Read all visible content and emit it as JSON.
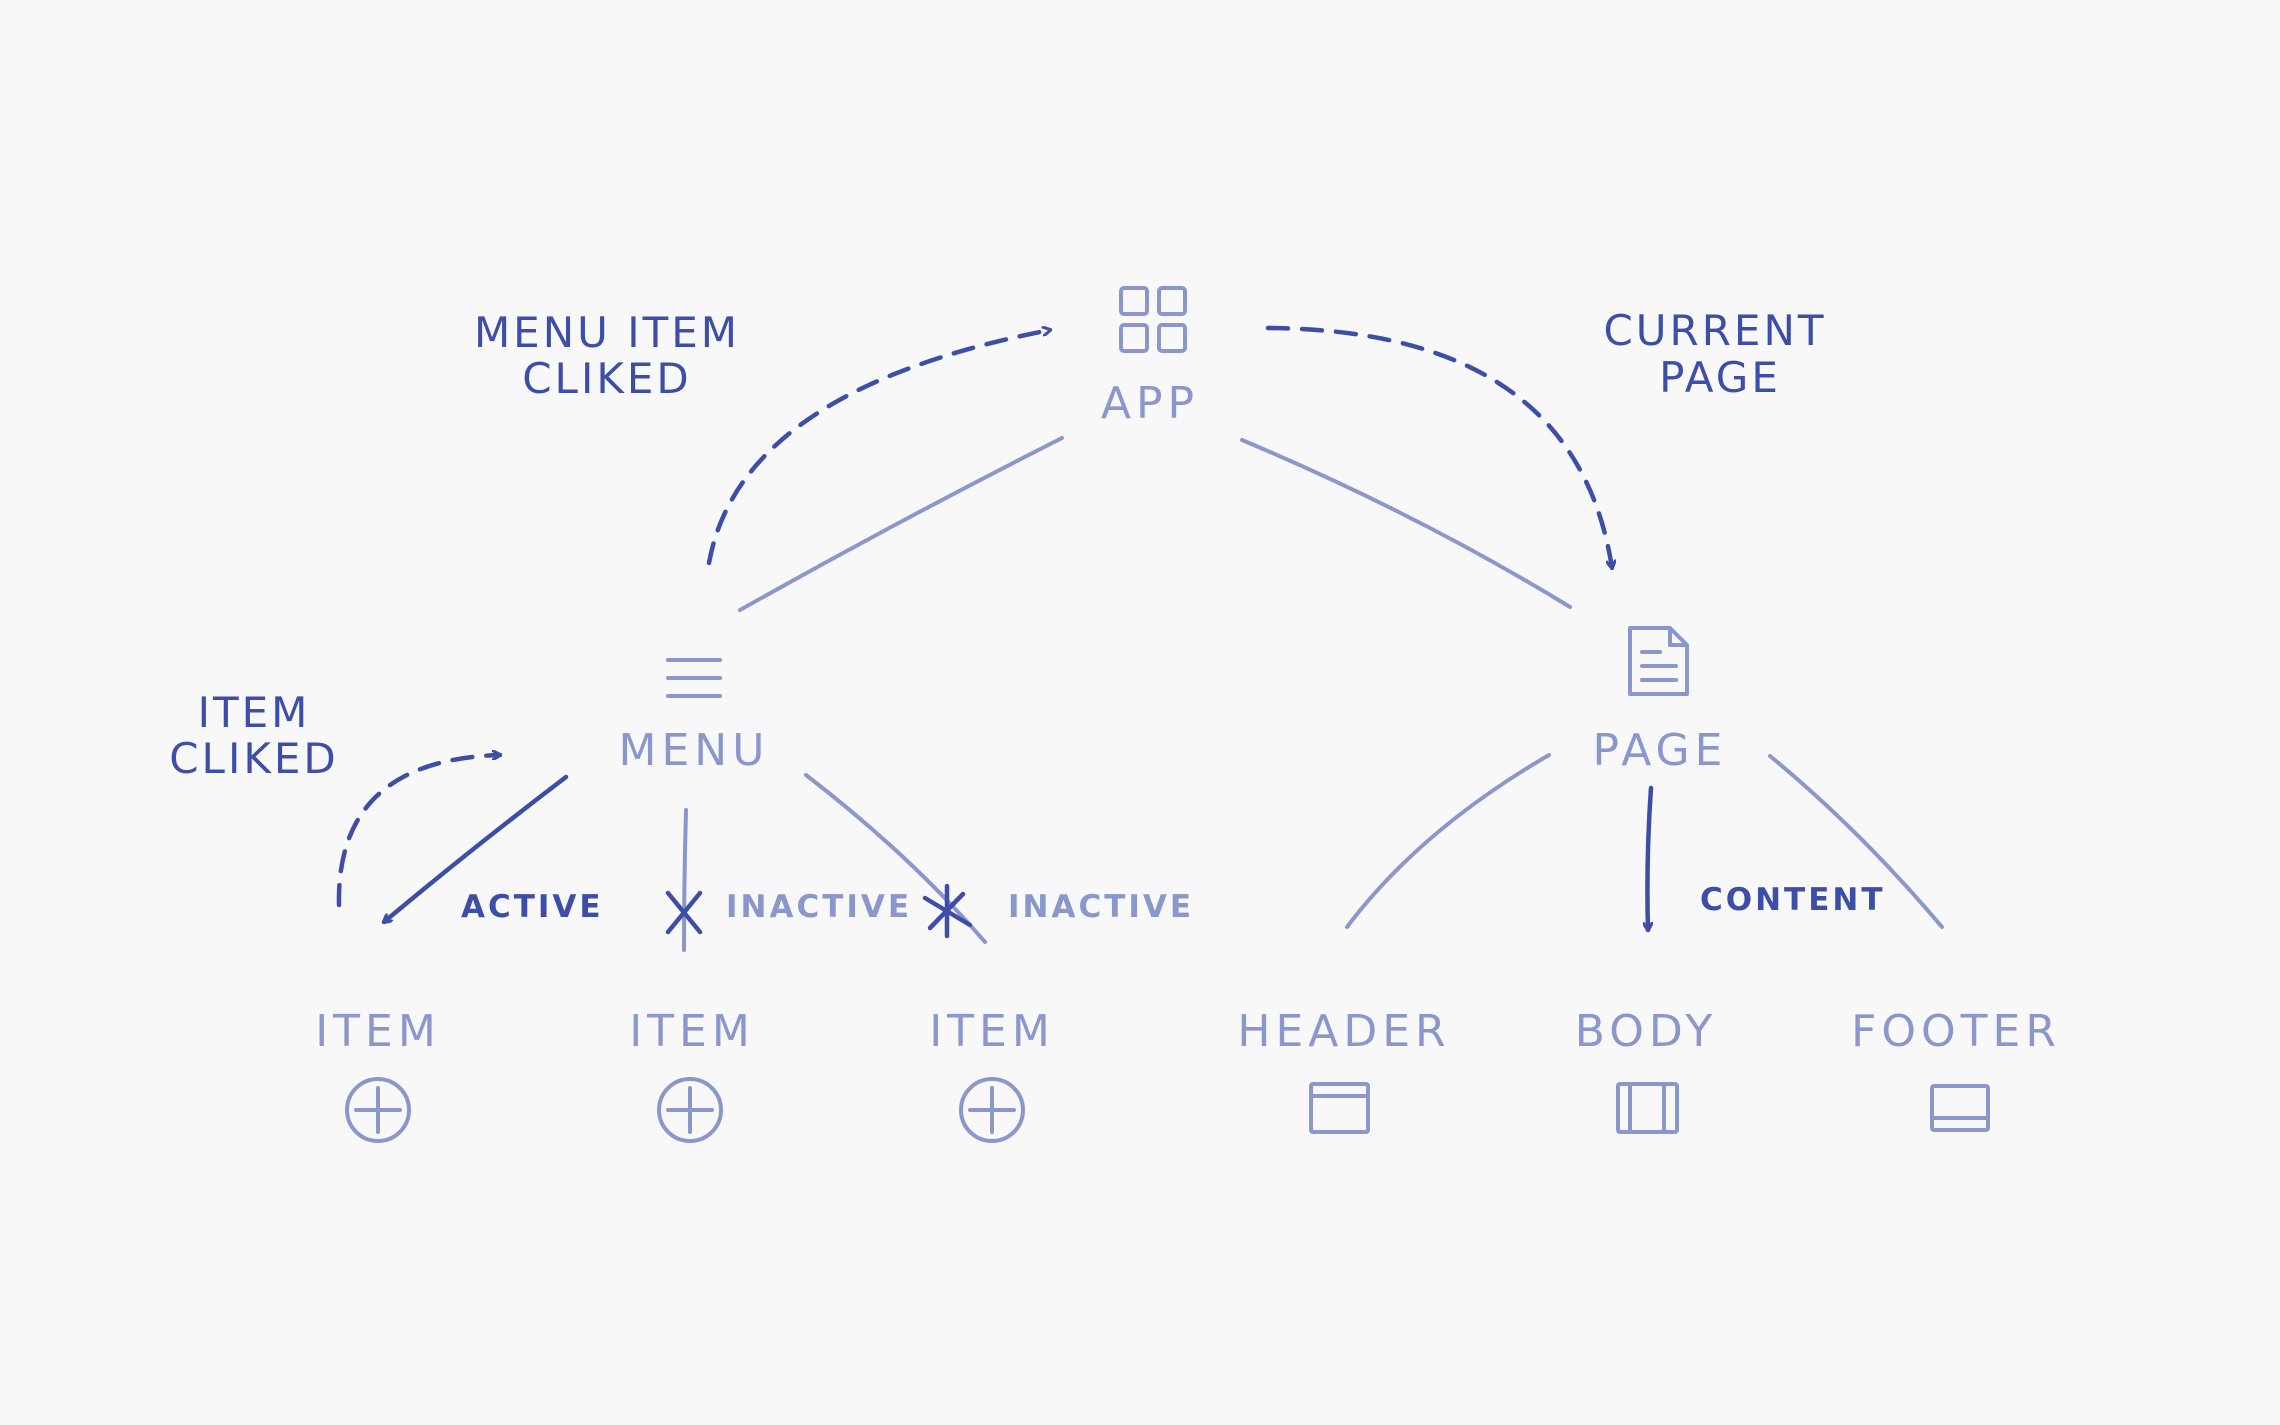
{
  "colors": {
    "background": "#f8f8f8",
    "node": "#8a97cc",
    "annotation": "#3d4ea8"
  },
  "nodes": {
    "app": {
      "label": "APP",
      "icon": "grid-icon"
    },
    "menu": {
      "label": "MENU",
      "icon": "hamburger-icon"
    },
    "page": {
      "label": "PAGE",
      "icon": "document-icon"
    },
    "items": [
      {
        "label": "ITEM",
        "icon": "plus-circle-icon"
      },
      {
        "label": "ITEM",
        "icon": "plus-circle-icon"
      },
      {
        "label": "ITEM",
        "icon": "plus-circle-icon"
      }
    ],
    "sections": [
      {
        "label": "HEADER",
        "icon": "window-header-icon"
      },
      {
        "label": "BODY",
        "icon": "window-body-icon"
      },
      {
        "label": "FOOTER",
        "icon": "window-footer-icon"
      }
    ]
  },
  "annotations": {
    "menu_item_clicked": [
      "MENU ITEM",
      "CLIKED"
    ],
    "current_page": [
      "CURRENT",
      "PAGE"
    ],
    "item_clicked": [
      "ITEM",
      "CLIKED"
    ]
  },
  "edge_labels": {
    "active": "ACTIVE",
    "inactive_1": "INACTIVE",
    "inactive_2": "INACTIVE",
    "content": "CONTENT"
  }
}
